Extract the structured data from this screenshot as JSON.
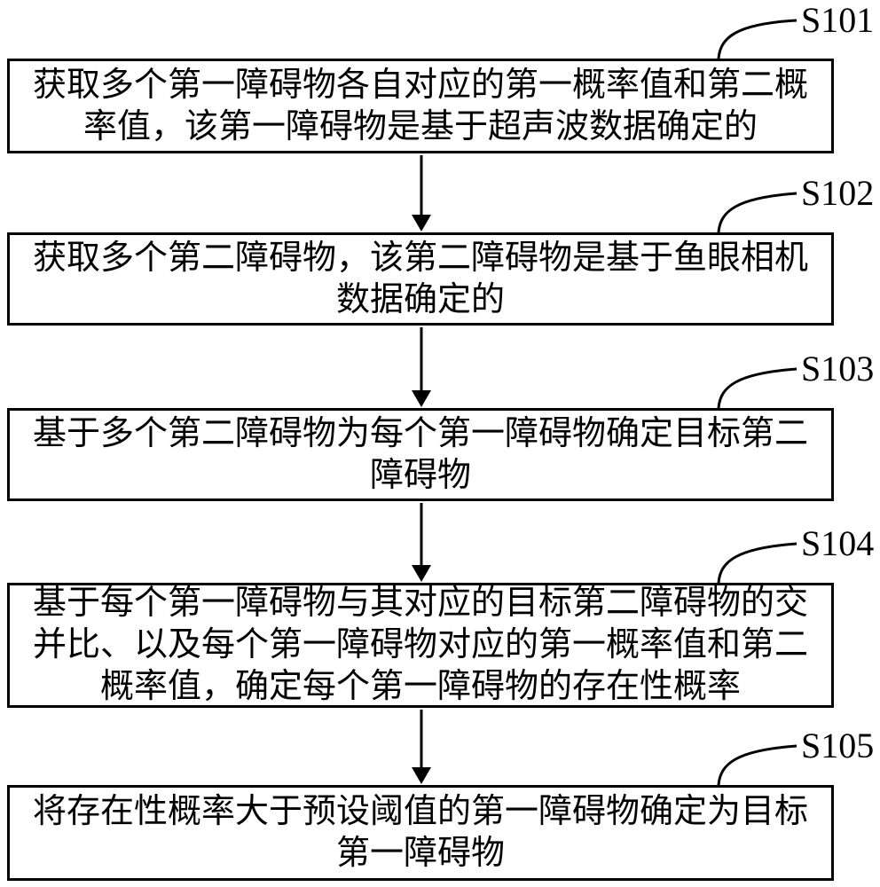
{
  "figure": {
    "type": "flowchart",
    "background_color": "#ffffff",
    "line_color": "#000000"
  },
  "steps": [
    {
      "label": "S101",
      "text": "获取多个第一障碍物各自对应的第一概率值和第二概率值，该第一障碍物是基于超声波数据确定的",
      "lines": [
        "获取多个第一障碍物各自对应的第一概率值和第二概",
        "率值，该第一障碍物是基于超声波数据确定的"
      ]
    },
    {
      "label": "S102",
      "text": "获取多个第二障碍物，该第二障碍物是基于鱼眼相机数据确定的",
      "lines": [
        "获取多个第二障碍物，该第二障碍物是基于鱼眼相机",
        "数据确定的"
      ]
    },
    {
      "label": "S103",
      "text": "基于多个第二障碍物为每个第一障碍物确定目标第二障碍物",
      "lines": [
        "基于多个第二障碍物为每个第一障碍物确定目标第二",
        "障碍物"
      ]
    },
    {
      "label": "S104",
      "text": "基于每个第一障碍物与其对应的目标第二障碍物的交并比、以及每个第一障碍物对应的第一概率值和第二概率值，确定每个第一障碍物的存在性概率",
      "lines": [
        "基于每个第一障碍物与其对应的目标第二障碍物的交",
        "并比、以及每个第一障碍物对应的第一概率值和第二",
        "概率值，确定每个第一障碍物的存在性概率"
      ]
    },
    {
      "label": "S105",
      "text": "将存在性概率大于预设阈值的第一障碍物确定为目标第一障碍物",
      "lines": [
        "将存在性概率大于预设阈值的第一障碍物确定为目标",
        "第一障碍物"
      ]
    }
  ]
}
